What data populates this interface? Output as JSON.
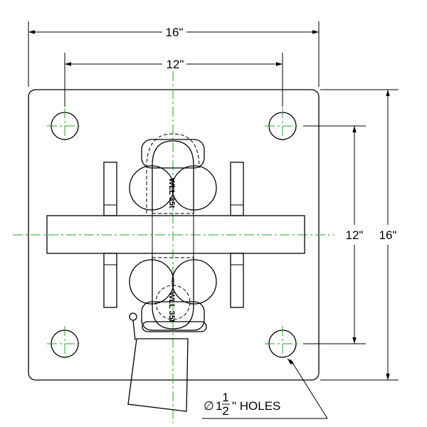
{
  "dimensions": {
    "overall_width": "16\"",
    "hole_spacing_horizontal": "12\"",
    "hole_spacing_vertical": "12\"",
    "overall_height": "16\""
  },
  "hole_note": {
    "symbol": "∅",
    "whole": "1",
    "numerator": "1",
    "denominator": "2",
    "suffix": "\" HOLES"
  },
  "shackle_marks": {
    "upper": "WLL 35t",
    "lower": "WLL 35t"
  },
  "colors": {
    "linework": "#000000",
    "centerline": "#2aa02a"
  }
}
